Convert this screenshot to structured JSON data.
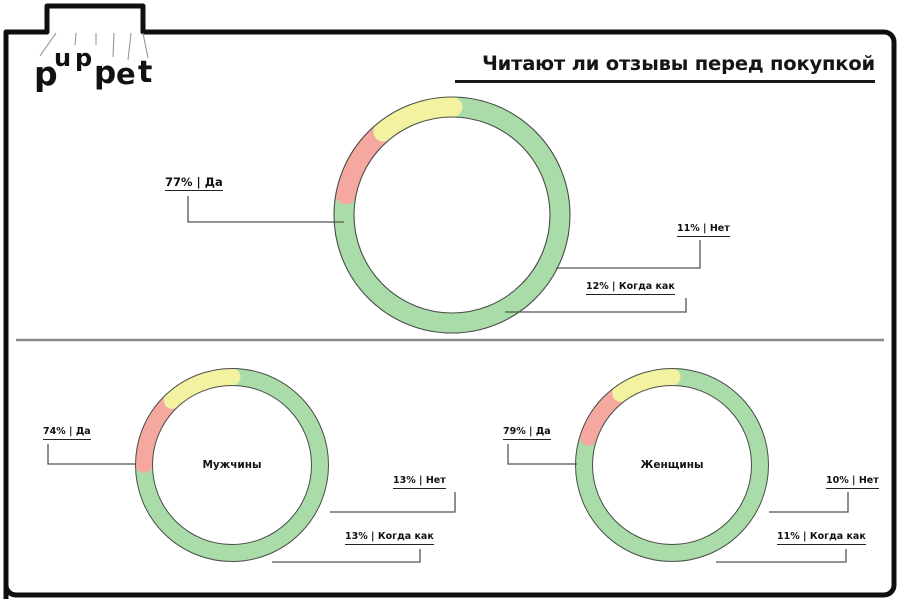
{
  "brand": {
    "logo_letters": [
      "p",
      "u",
      "p",
      "p",
      "e",
      "t"
    ],
    "logo_name": "puppet",
    "string_count": 6
  },
  "header": {
    "title": "Читают ли отзывы перед покупкой",
    "rule_color": "#1a1a1a"
  },
  "palette": {
    "yes": "#a9dca9",
    "no": "#f5a8a0",
    "sometimes": "#f2f2a0",
    "outline": "#3a3a3a",
    "frame": "#0f0f0f",
    "divider": "#8a8a8a",
    "leader": "#555555",
    "text": "#101010"
  },
  "chart_data": [
    {
      "id": "overall",
      "type": "pie",
      "title": "Читают ли отзывы перед покупкой",
      "center_label": "",
      "categories": [
        "Да",
        "Нет",
        "Когда как"
      ],
      "values": [
        77,
        11,
        12
      ],
      "unit": "%",
      "colors": [
        "#a9dca9",
        "#f5a8a0",
        "#f2f2a0"
      ],
      "labels": [
        "77% | Да",
        "11% | Нет",
        "12% | Когда как"
      ],
      "legend_position": "callouts"
    },
    {
      "id": "men",
      "type": "pie",
      "title": "Мужчины",
      "center_label": "Мужчины",
      "categories": [
        "Да",
        "Нет",
        "Когда как"
      ],
      "values": [
        74,
        13,
        13
      ],
      "unit": "%",
      "colors": [
        "#a9dca9",
        "#f5a8a0",
        "#f2f2a0"
      ],
      "labels": [
        "74% | Да",
        "13% | Нет",
        "13% | Когда как"
      ],
      "legend_position": "callouts"
    },
    {
      "id": "women",
      "type": "pie",
      "title": "Женщины",
      "center_label": "Женщины",
      "categories": [
        "Да",
        "Нет",
        "Когда как"
      ],
      "values": [
        79,
        10,
        11
      ],
      "unit": "%",
      "colors": [
        "#a9dca9",
        "#f5a8a0",
        "#f2f2a0"
      ],
      "labels": [
        "79% | Да",
        "10% | Нет",
        "11% | Когда как"
      ],
      "legend_position": "callouts"
    }
  ],
  "charts": {
    "overall": {
      "callout_yes": "77% | Да",
      "callout_no": "11% | Нет",
      "callout_sometimes": "12% | Когда как"
    },
    "men": {
      "center": "Мужчины",
      "callout_yes": "74% | Да",
      "callout_no": "13% | Нет",
      "callout_sometimes": "13% | Когда как"
    },
    "women": {
      "center": "Женщины",
      "callout_yes": "79% | Да",
      "callout_no": "10% | Нет",
      "callout_sometimes": "11% | Когда как"
    }
  }
}
